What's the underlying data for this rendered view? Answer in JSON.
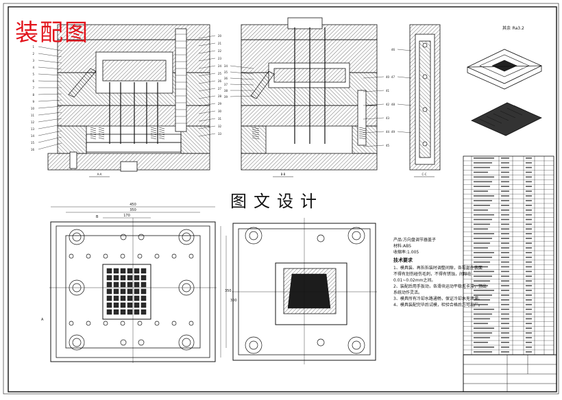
{
  "header": {
    "title": "装配图"
  },
  "center_title": "图文设计",
  "surface_note": {
    "prefix": "其余",
    "value": "Ra3.2"
  },
  "product_info": {
    "lines": [
      "产品:方向盘调节器盖子",
      "材料:ABS",
      "收缩率:1.005"
    ]
  },
  "tech_requirements": {
    "title": "技术要求",
    "lines": [
      "1、模具装、再拆拆装时调整间隙，各零部件表面",
      "不得有划伤碰伤毛刺，不得有锈蚀，间隙在",
      "0.01~0.02mm之间。",
      "2、装配后用手扳动，各滑块运动平稳无卡滞，顶出",
      "系统动作灵活。",
      "3、模具所有冷却水路通畅，保证冷却水无泄漏。",
      "4、模具装配完毕后试模，检验合格后方可出厂。"
    ]
  },
  "plan_view": {
    "dims": [
      "450",
      "350",
      "170",
      "350",
      "300"
    ]
  },
  "view_labels": [
    "A-A",
    "B-B",
    "C-C"
  ],
  "colors": {
    "stamp": "#e2141c",
    "line": "#111111"
  }
}
